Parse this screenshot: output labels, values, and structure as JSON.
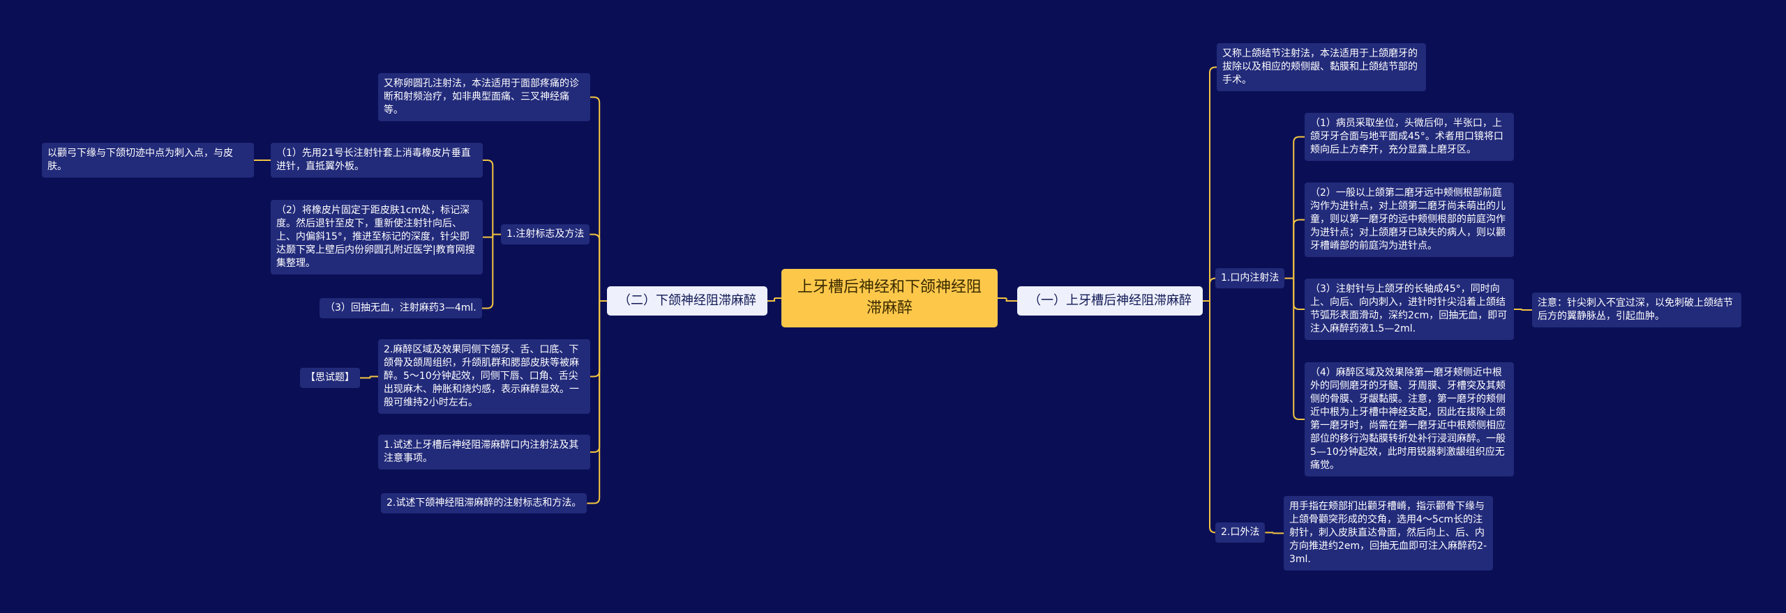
{
  "colors": {
    "background": "#0a0f55",
    "node": "#222a7a",
    "line": "#f5c542",
    "root": "#fdc84a",
    "branch": "#eef0fb"
  },
  "root": "上牙槽后神经和下颌神经阻滞麻醉",
  "right": {
    "branch": "（一）上牙槽后神经阻滞麻醉",
    "intro": "又称上颌结节注射法，本法适用于上颌磨牙的拔除以及相应的颊侧龈、黏膜和上颌结节部的手术。",
    "intraoral": {
      "label": "1.口内注射法",
      "steps": [
        "（1）病员采取坐位，头微后仰，半张口，上颌牙牙合面与地平面成45°。术者用口镜将口颊向后上方牵开，充分显露上磨牙区。",
        "（2）一般以上颌第二磨牙远中颊侧根部前庭沟作为进针点，对上颌第二磨牙尚未萌出的儿童，则以第一磨牙的远中颊侧根部的前庭沟作为进针点；对上颌磨牙已缺失的病人，则以颧牙槽嵴部的前庭沟为进针点。",
        "（3）注射针与上颌牙的长轴成45°，同时向上、向后、向内刺入，进针时针尖沿着上颌结节弧形表面滑动，深约2cm，回抽无血，即可注入麻醉药液1.5—2ml.",
        "（4）麻醉区域及效果除第一磨牙颊侧近中根外的同侧磨牙的牙髓、牙周膜、牙槽突及其颊侧的骨膜、牙龈黏膜。注意，第一磨牙的颊侧近中根为上牙槽中神经支配，因此在拔除上颌第一磨牙时，尚需在第一磨牙近中根颊侧相应部位的移行沟黏膜转折处补行浸润麻醉。一般5—10分钟起效，此时用锐器刺激龈组织应无痛觉。"
      ],
      "note": "注意：针尖刺入不宜过深，以免刺破上颌结节后方的翼静脉丛，引起血肿。"
    },
    "extraoral": {
      "label": "2.口外法",
      "text": "用手指在颊部扪出颧牙槽嵴，指示颧骨下缘与上颌骨颧突形成的交角，选用4～5cm长的注射针，刺入皮肤直达骨面，然后向上、后、内方向推进约2em，回抽无血即可注入麻醉药2-3ml."
    }
  },
  "left": {
    "branch": "（二）下颌神经阻滞麻醉",
    "intro": "又称卵圆孔注射法，本法适用于面部疼痛的诊断和射频治疗，如非典型面痛、三叉神经痛等。",
    "method": {
      "label": "1.注射标志及方法",
      "steps": [
        "（1）先用21号长注射针套上消毒橡皮片垂直进针，直抵翼外板。",
        "（2）将橡皮片固定于距皮肤1cm处，标记深度。然后退针至皮下，重新使注射针向后、上、内偏斜15°，推进至标记的深度，针尖即达颞下窝上壁后内份卵圆孔附近医学|教育网搜集整理。",
        "（3）回抽无血，注射麻药3—4ml."
      ],
      "step1_note": "以颧弓下缘与下颌切迹中点为刺入点，与皮肤。"
    },
    "effect": "2.麻醉区域及效果同侧下颌牙、舌、口底、下颌骨及颌周组织，升颌肌群和腮部皮肤等被麻醉。5～10分钟起效，同侧下唇、口角、舌尖出现麻木、肿胀和烧灼感，表示麻醉显效。一般可维持2小时左右。",
    "exam": {
      "label": "【思试题】",
      "q1": "1.试述上牙槽后神经阻滞麻醉口内注射法及其注意事项。",
      "q2": "2.试述下颌神经阻滞麻醉的注射标志和方法。"
    }
  }
}
